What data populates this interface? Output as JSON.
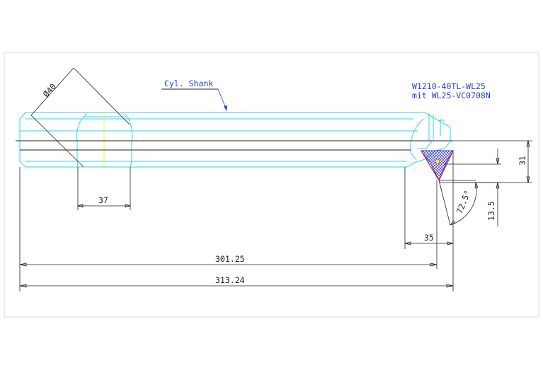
{
  "drawing": {
    "shank_label": "Cyl. Shank",
    "tool_code": "W1210-40TL-WL25",
    "insert_code": "mit WL25-VC0708N",
    "dimensions": {
      "diameter": "Ø40",
      "width_37": "37",
      "length_301": "301.25",
      "length_313": "313.24",
      "offset_35": "35",
      "height_31": "31",
      "height_13_5": "13.5",
      "angle": "72.5°"
    },
    "colors": {
      "outline": "#29d3ec",
      "dimension": "#222222",
      "annotation": "#1f3fd8",
      "insert_hatch": "#3333cc",
      "insert_edge": "#c4284b",
      "axis": "#ffee33"
    }
  }
}
